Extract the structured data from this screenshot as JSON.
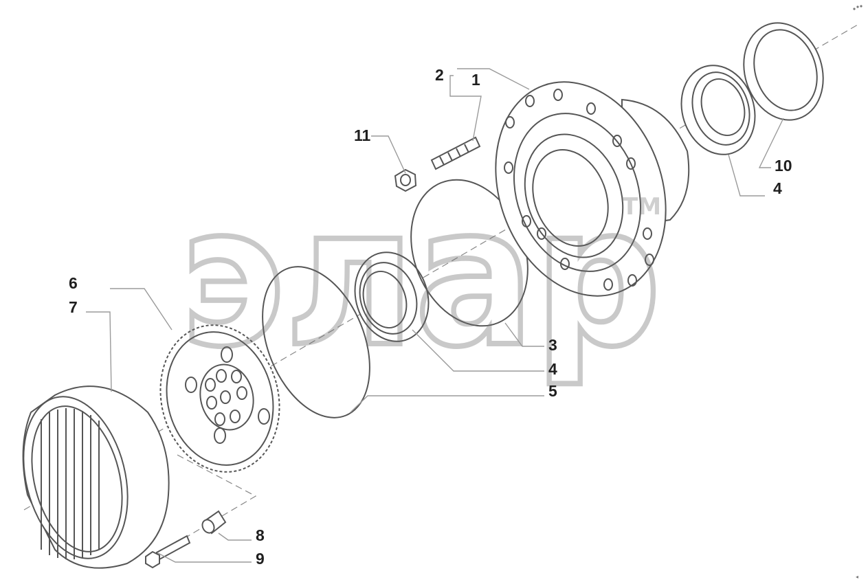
{
  "watermark": {
    "text": "элар",
    "mark": "TM"
  },
  "callouts": [
    {
      "id": "1",
      "label": "1"
    },
    {
      "id": "2",
      "label": "2"
    },
    {
      "id": "3",
      "label": "3"
    },
    {
      "id": "4a",
      "label": "4"
    },
    {
      "id": "4b",
      "label": "4"
    },
    {
      "id": "5",
      "label": "5"
    },
    {
      "id": "6",
      "label": "6"
    },
    {
      "id": "7",
      "label": "7"
    },
    {
      "id": "8",
      "label": "8"
    },
    {
      "id": "9",
      "label": "9"
    },
    {
      "id": "10",
      "label": "10"
    },
    {
      "id": "11",
      "label": "11"
    }
  ],
  "corner_mark": "◂"
}
